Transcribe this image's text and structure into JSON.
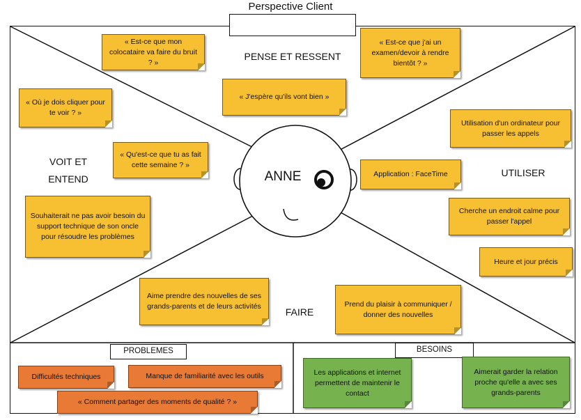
{
  "header": {
    "title": "Perspective Client"
  },
  "persona": {
    "name": "ANNE"
  },
  "quadrants": {
    "thinks_feels": "PENSE ET RESSENT",
    "sees_hears_line1": "VOIT ET",
    "sees_hears_line2": "ENTEND",
    "uses": "UTILISER",
    "does": "FAIRE"
  },
  "notes": {
    "roommate_noise": "« Est-ce que mon colocataire va faire du bruit ? »",
    "exam_homework": "« Est-ce que j'ai un examen/devoir à rendre bientôt ? »",
    "hope_well": "« J'espère qu'ils vont bien »",
    "where_click": "« Où je dois cliquer pour te voir ? »",
    "what_week": "« Qu'est-ce que tu as fait cette semaine ? »",
    "tech_support": "Souhaiterait ne pas avoir besoin du support technique de son oncle pour résoudre les problèmes",
    "computer_use": "Utilisation d'un ordinateur pour passer les appels",
    "facetime": "Application : FaceTime",
    "quiet_place": "Cherche un endroit calme pour passer l'appel",
    "time_day": "Heure et jour précis",
    "news_grandparents": "Aime prendre des nouvelles de ses grands-parents et de leurs activités",
    "pleasure_news": "Prend du plaisir à communiquer / donner des nouvelles"
  },
  "problems": {
    "label": "PROBLEMES",
    "items": [
      "Difficultés techniques",
      "Manque de familiarité avec les outils",
      "« Comment partager des moments de qualité ? »"
    ]
  },
  "needs": {
    "label": "BESOINS",
    "items": [
      "Les applications et internet permettent de maintenir le contact",
      "Aimerait garder la relation proche qu'elle a avec ses grands-parents"
    ]
  },
  "colors": {
    "note_yellow": "#f7c033",
    "problem_orange": "#e97a36",
    "need_green": "#76b34e"
  }
}
